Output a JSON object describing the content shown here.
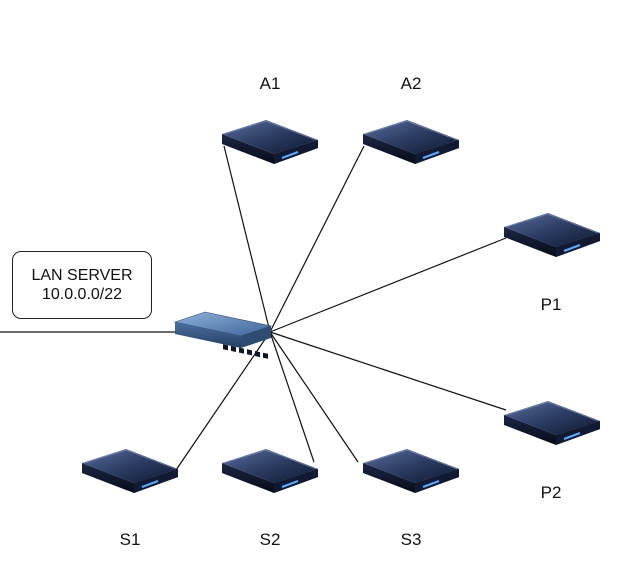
{
  "lan_box": {
    "title": "LAN SERVER",
    "subnet": "10.0.0.0/22"
  },
  "servers": [
    {
      "id": "a1",
      "label": "A1"
    },
    {
      "id": "a2",
      "label": "A2"
    },
    {
      "id": "p1",
      "label": "P1"
    },
    {
      "id": "p2",
      "label": "P2"
    },
    {
      "id": "s1",
      "label": "S1"
    },
    {
      "id": "s2",
      "label": "S2"
    },
    {
      "id": "s3",
      "label": "S3"
    }
  ],
  "colors": {
    "server_body": "#1f2c4d",
    "server_top": "#3a4e7c",
    "switch_body": "#4b73a8",
    "link": "#111111"
  }
}
